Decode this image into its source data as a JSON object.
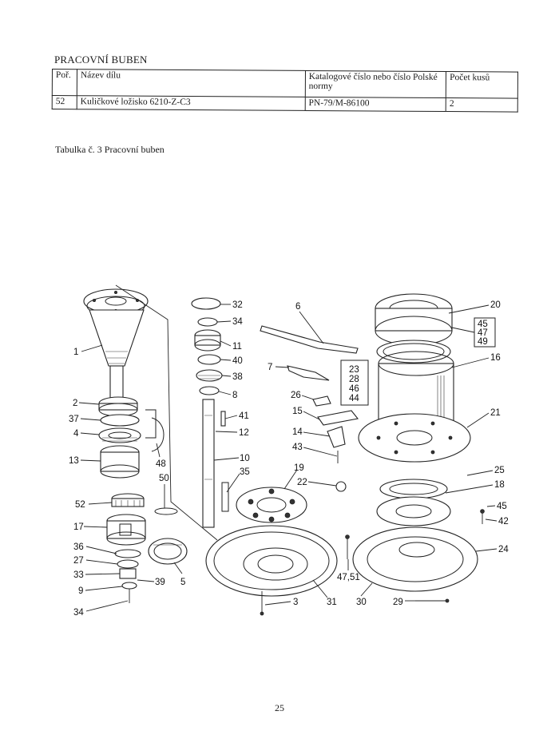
{
  "section_title": "PRACOVNÍ BUBEN",
  "table": {
    "headers": [
      "Poř.",
      "Název dílu",
      "Katalogové číslo nebo číslo Polské normy",
      "Počet kusů"
    ],
    "rows": [
      [
        "52",
        "Kuličkové ložisko 6210-Z-C3",
        "PN-79/M-86100",
        "2"
      ]
    ]
  },
  "caption": "Tabulka č. 3   Pracovní buben",
  "diagram": {
    "labels": [
      "1",
      "2",
      "37",
      "4",
      "13",
      "48",
      "52",
      "17",
      "36",
      "27",
      "33",
      "9",
      "34",
      "50",
      "5",
      "39",
      "32",
      "34",
      "11",
      "40",
      "38",
      "8",
      "41",
      "12",
      "10",
      "35",
      "6",
      "7",
      "26",
      "15",
      "14",
      "43",
      "23",
      "28",
      "46",
      "44",
      "19",
      "22",
      "3",
      "31",
      "47,51",
      "30",
      "29",
      "20",
      "45",
      "47",
      "49",
      "16",
      "21",
      "25",
      "18",
      "45",
      "42",
      "24"
    ]
  },
  "page_number": "25"
}
